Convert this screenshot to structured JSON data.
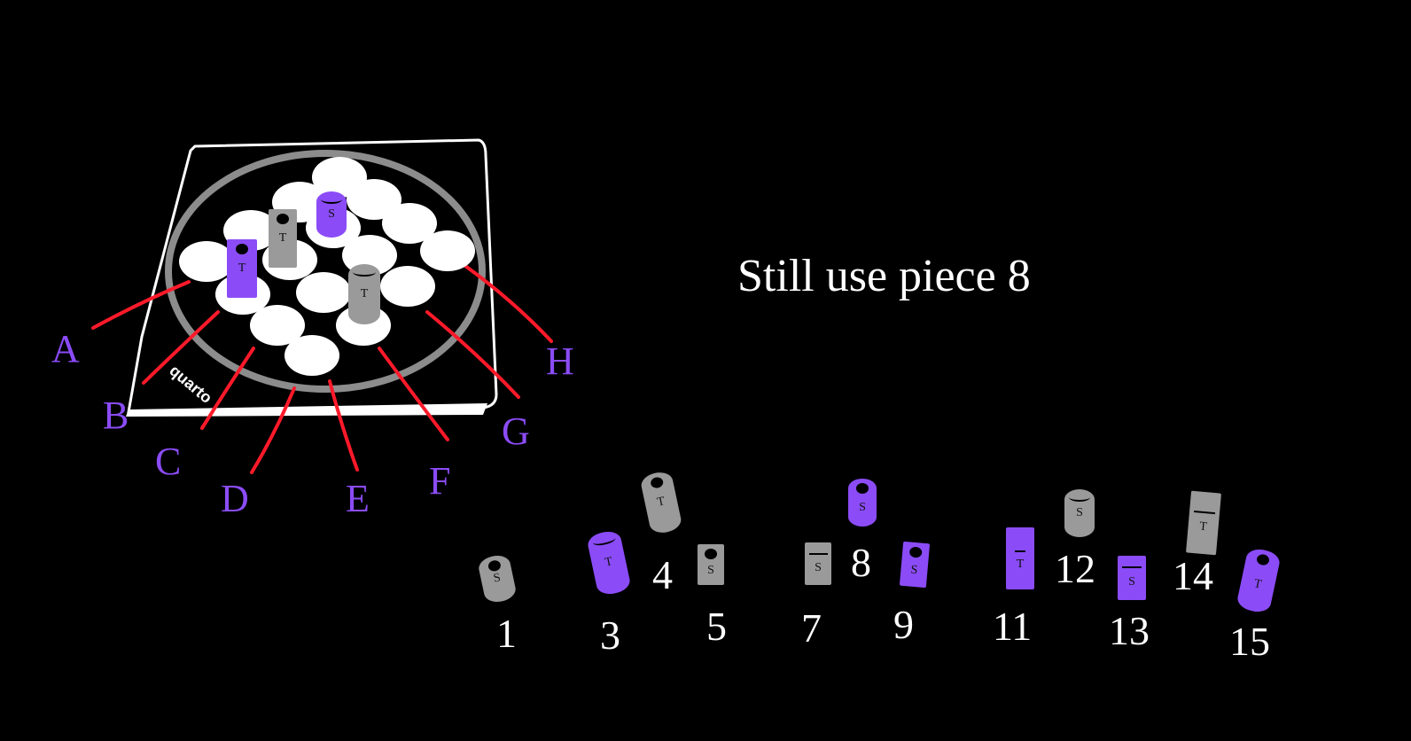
{
  "title": "Still use piece 8",
  "board": {
    "brand": "quarto",
    "position_labels": [
      "A",
      "B",
      "C",
      "D",
      "E",
      "F",
      "G",
      "H"
    ],
    "placed_pieces": [
      {
        "color": "purple",
        "shape": "square",
        "hollow": true,
        "letter": "T"
      },
      {
        "color": "gray",
        "shape": "square",
        "hollow": true,
        "letter": "T"
      },
      {
        "color": "purple",
        "shape": "round",
        "hollow": false,
        "letter": "S"
      },
      {
        "color": "gray",
        "shape": "round",
        "hollow": false,
        "letter": "T"
      }
    ]
  },
  "pieces": [
    {
      "number": "1",
      "color": "gray",
      "shape": "round",
      "hollow": true,
      "letter": "S"
    },
    {
      "number": "3",
      "color": "purple",
      "shape": "round",
      "hollow": false,
      "letter": "T"
    },
    {
      "number": "4",
      "color": "gray",
      "shape": "round",
      "hollow": true,
      "letter": "T"
    },
    {
      "number": "5",
      "color": "gray",
      "shape": "square",
      "hollow": true,
      "letter": "S"
    },
    {
      "number": "7",
      "color": "gray",
      "shape": "square",
      "hollow": false,
      "letter": "S"
    },
    {
      "number": "8",
      "color": "purple",
      "shape": "round",
      "hollow": true,
      "letter": "S"
    },
    {
      "number": "9",
      "color": "purple",
      "shape": "square",
      "hollow": true,
      "letter": "S"
    },
    {
      "number": "11",
      "color": "purple",
      "shape": "square",
      "hollow": false,
      "letter": "T"
    },
    {
      "number": "12",
      "color": "gray",
      "shape": "round",
      "hollow": false,
      "letter": "S"
    },
    {
      "number": "13",
      "color": "purple",
      "shape": "square",
      "hollow": false,
      "letter": "S"
    },
    {
      "number": "14",
      "color": "gray",
      "shape": "square",
      "hollow": false,
      "letter": "T"
    },
    {
      "number": "15",
      "color": "purple",
      "shape": "round",
      "hollow": true,
      "letter": "T"
    }
  ],
  "colors": {
    "purple": "#8b4cf7",
    "gray": "#9a9a9a",
    "line": "#ff1a2a",
    "ring": "#8c8c8c"
  }
}
